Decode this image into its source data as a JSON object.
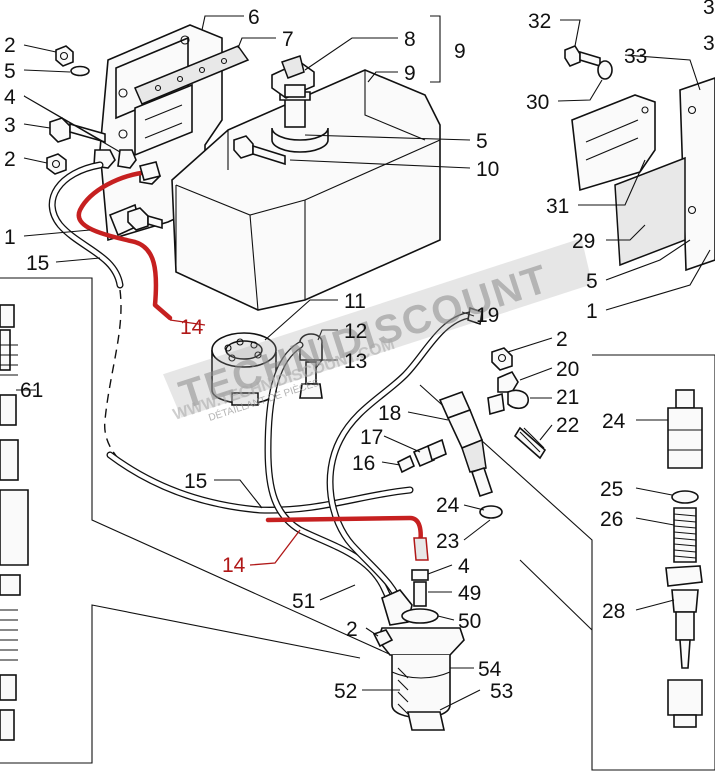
{
  "diagram": {
    "callouts": [
      {
        "id": "c6",
        "text": "6"
      },
      {
        "id": "c7",
        "text": "7"
      },
      {
        "id": "c8",
        "text": "8"
      },
      {
        "id": "c9a",
        "text": "9"
      },
      {
        "id": "c9b",
        "text": "9"
      },
      {
        "id": "c2a",
        "text": "2"
      },
      {
        "id": "c5a",
        "text": "5"
      },
      {
        "id": "c4a",
        "text": "4"
      },
      {
        "id": "c3",
        "text": "3"
      },
      {
        "id": "c2b",
        "text": "2"
      },
      {
        "id": "c1a",
        "text": "1"
      },
      {
        "id": "c15a",
        "text": "15"
      },
      {
        "id": "c5b",
        "text": "5"
      },
      {
        "id": "c10",
        "text": "10"
      },
      {
        "id": "c32",
        "text": "32"
      },
      {
        "id": "c30",
        "text": "30"
      },
      {
        "id": "c33",
        "text": "33"
      },
      {
        "id": "c31",
        "text": "31"
      },
      {
        "id": "c29",
        "text": "29"
      },
      {
        "id": "c5c",
        "text": "5"
      },
      {
        "id": "c1b",
        "text": "1"
      },
      {
        "id": "c3edge",
        "text": "3"
      },
      {
        "id": "c3edge2",
        "text": "3"
      },
      {
        "id": "c14a",
        "text": "14"
      },
      {
        "id": "c11",
        "text": "11"
      },
      {
        "id": "c12",
        "text": "12"
      },
      {
        "id": "c13",
        "text": "13"
      },
      {
        "id": "c19",
        "text": "19"
      },
      {
        "id": "c2c",
        "text": "2"
      },
      {
        "id": "c20",
        "text": "20"
      },
      {
        "id": "c21",
        "text": "21"
      },
      {
        "id": "c22",
        "text": "22"
      },
      {
        "id": "c18",
        "text": "18"
      },
      {
        "id": "c17",
        "text": "17"
      },
      {
        "id": "c16",
        "text": "16"
      },
      {
        "id": "c61",
        "text": "61"
      },
      {
        "id": "c15b",
        "text": "15"
      },
      {
        "id": "c24a",
        "text": "24"
      },
      {
        "id": "c24b",
        "text": "24"
      },
      {
        "id": "c25",
        "text": "25"
      },
      {
        "id": "c26",
        "text": "26"
      },
      {
        "id": "c28",
        "text": "28"
      },
      {
        "id": "c23",
        "text": "23"
      },
      {
        "id": "c14b",
        "text": "14"
      },
      {
        "id": "c4b",
        "text": "4"
      },
      {
        "id": "c49",
        "text": "49"
      },
      {
        "id": "c51",
        "text": "51"
      },
      {
        "id": "c50",
        "text": "50"
      },
      {
        "id": "c2d",
        "text": "2"
      },
      {
        "id": "c54",
        "text": "54"
      },
      {
        "id": "c52",
        "text": "52"
      },
      {
        "id": "c53",
        "text": "53"
      }
    ],
    "watermark": {
      "brand": "TECHNIDISCOUNT",
      "tagline": "DÉTAILLANT DE PIÈCES",
      "url": "WWW.TECHNIDISCOUNT.COM"
    },
    "colors": {
      "highlight": "#c62020",
      "line": "#111111",
      "background": "#ffffff"
    }
  }
}
